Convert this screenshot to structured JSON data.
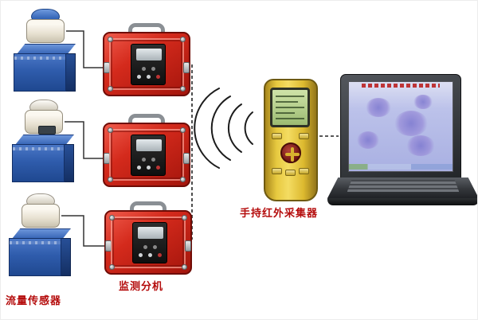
{
  "labels": {
    "flow_sensor": "流量传感器",
    "monitoring_unit": "监测分机",
    "handheld_collector": "手持红外采集器"
  },
  "components": [
    {
      "id": "flow-sensor-1",
      "type": "flow-sensor"
    },
    {
      "id": "flow-sensor-2",
      "type": "flow-sensor"
    },
    {
      "id": "flow-sensor-3",
      "type": "flow-sensor"
    },
    {
      "id": "monitoring-unit-1",
      "type": "monitoring-substation"
    },
    {
      "id": "monitoring-unit-2",
      "type": "monitoring-substation"
    },
    {
      "id": "monitoring-unit-3",
      "type": "monitoring-substation"
    },
    {
      "id": "handheld-collector",
      "type": "handheld-infrared-collector"
    },
    {
      "id": "laptop",
      "type": "computer"
    }
  ],
  "colors": {
    "label_text": "#b50d0d",
    "monitor_box_red": "#d42a1c",
    "sensor_tank_blue": "#2f5cac",
    "handheld_yellow": "#e7c93f",
    "handheld_screen_green": "#b5cf8c",
    "laptop_screen_blue": "#b0b6e4"
  }
}
